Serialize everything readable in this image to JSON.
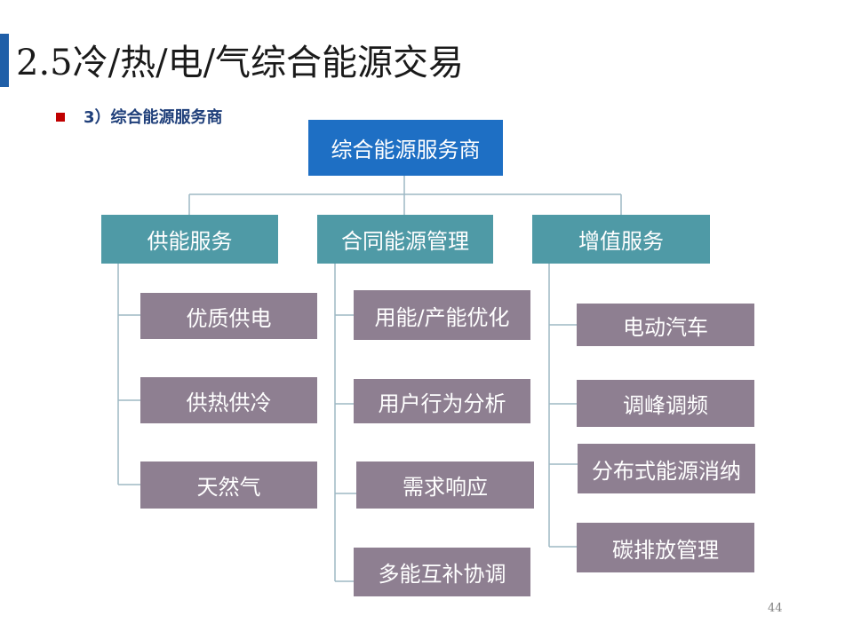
{
  "slide": {
    "title": "2.5冷/热/电/气综合能源交易",
    "subtitle": "3）综合能源服务商",
    "page_number": "44"
  },
  "diagram": {
    "root": "综合能源服务商",
    "categories": [
      {
        "label": "供能服务",
        "items": [
          "优质供电",
          "供热供冷",
          "天然气"
        ]
      },
      {
        "label": "合同能源管理",
        "items": [
          "用能/产能优化",
          "用户行为分析",
          "需求响应",
          "多能互补协调"
        ]
      },
      {
        "label": "增值服务",
        "items": [
          "电动汽车",
          "调峰调频",
          "分布式能源消纳",
          "碳排放管理"
        ]
      }
    ]
  },
  "colors": {
    "root": "#1e6fc4",
    "category": "#4f9aa6",
    "leaf": "#8e7f91",
    "connector": "#9db8c4",
    "accent_bar": "#1f5fa8",
    "bullet": "#c00000"
  }
}
